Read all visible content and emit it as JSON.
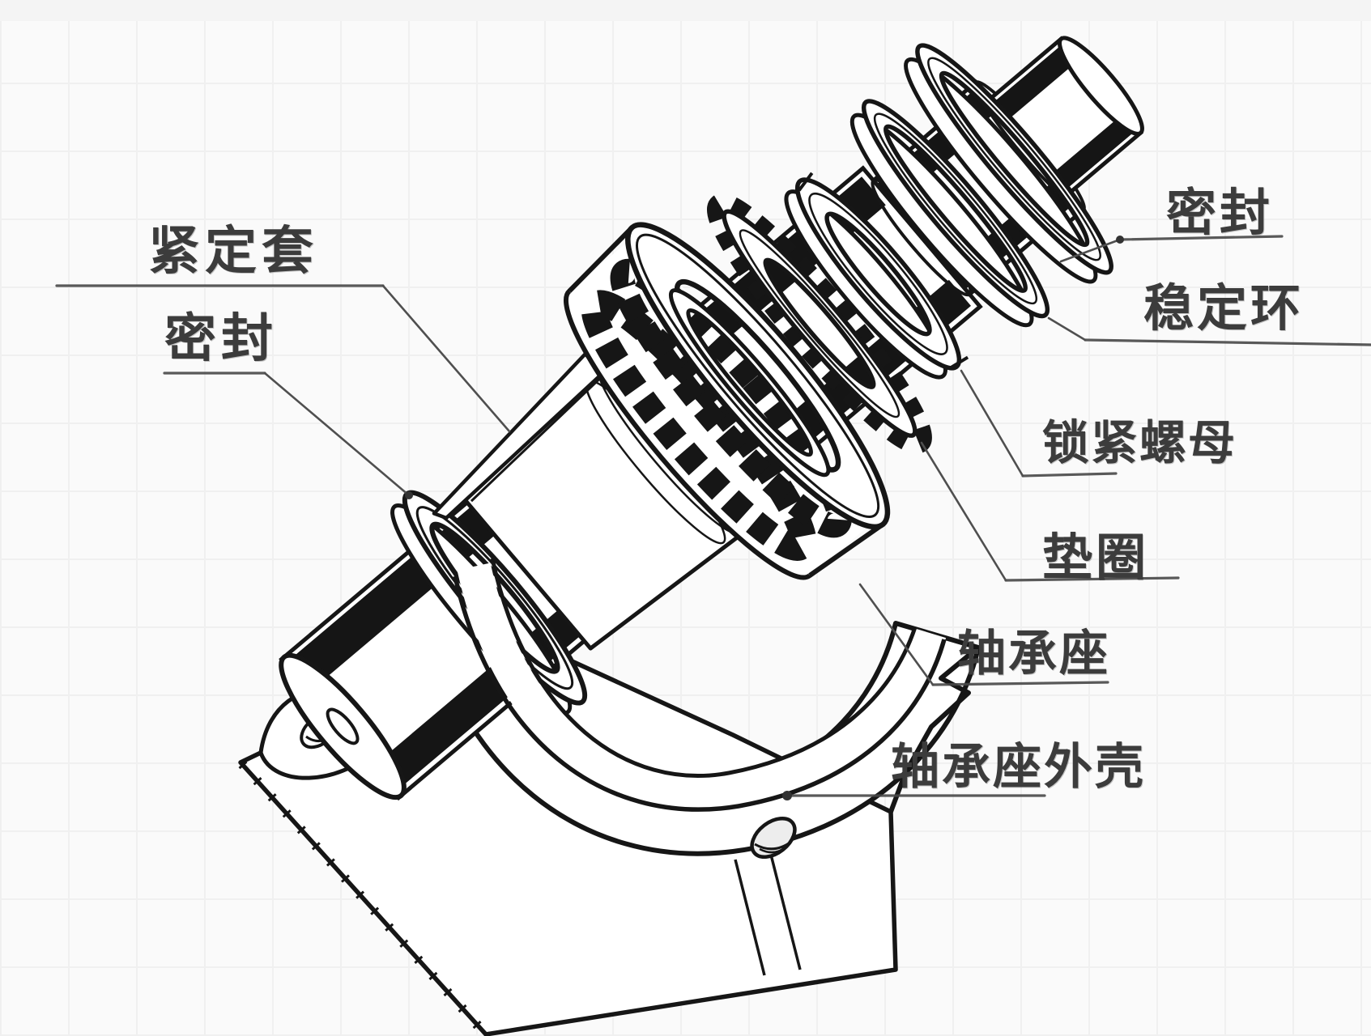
{
  "page": {
    "background_color": "#fafafa",
    "grid_color": "#f0f0f0",
    "ink_color": "#161616",
    "label_color": "#3c3c3c",
    "leader_color": "#4f4f4f"
  },
  "diagram": {
    "type": "technical-line-illustration",
    "subject": "紧定套安装的轴承座剖切立体图 (pillow block bearing assembly with adapter sleeve, cutaway exploded view)",
    "labels": [
      {
        "id": "adapter-sleeve",
        "text": "紧定套"
      },
      {
        "id": "seal-left",
        "text": "密封"
      },
      {
        "id": "seal-right",
        "text": "密封"
      },
      {
        "id": "stabilizer-ring",
        "text": "稳定环"
      },
      {
        "id": "lock-nut",
        "text": "锁紧螺母"
      },
      {
        "id": "washer",
        "text": "垫圈"
      },
      {
        "id": "bearing-housing",
        "text": "轴承座"
      },
      {
        "id": "housing-shell",
        "text": "轴承座外壳"
      }
    ]
  }
}
